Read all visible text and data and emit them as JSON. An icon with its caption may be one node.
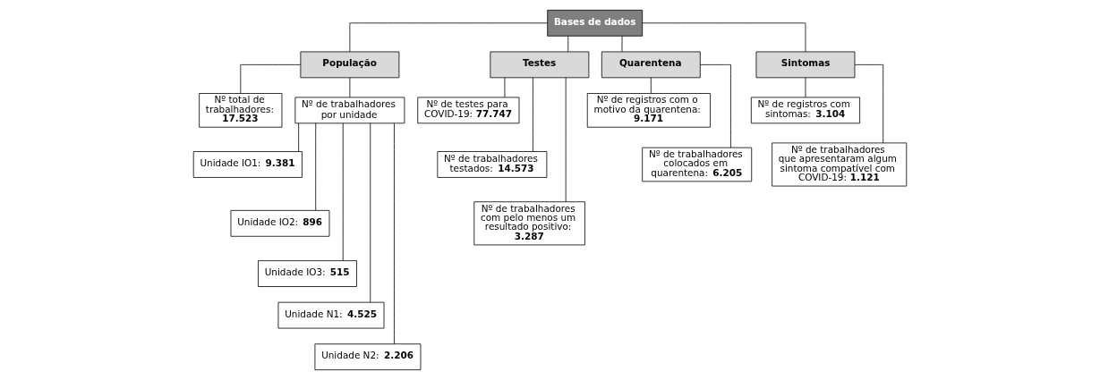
{
  "diagram": {
    "nodes": [
      {
        "text": [
          "Bases de dados"
        ]
      },
      {
        "text": [
          "População"
        ]
      },
      {
        "text": [
          "Testes"
        ]
      },
      {
        "text": [
          "Quarentena"
        ]
      },
      {
        "text": [
          "Sintomas"
        ]
      },
      {
        "text": [
          "Nº total de trabalhadores: **17.523**"
        ]
      },
      {
        "text": [
          "Nº de trabalhadores por unidade"
        ]
      },
      {
        "text": [
          "Unidade IO1: **9.381**"
        ]
      },
      {
        "text": [
          "Unidade IO2: **896**"
        ]
      },
      {
        "text": [
          "Unidade IO3: **515**"
        ]
      },
      {
        "text": [
          "Unidade N1: **4.525**"
        ]
      },
      {
        "text": [
          "Unidade N2: **2.206**"
        ]
      },
      {
        "text": [
          "Nº de testes para COVID-19: **77.747**"
        ]
      },
      {
        "text": [
          "Nº de trabalhadores testados: **14.573**"
        ]
      },
      {
        "text": [
          "Nº de trabalhadores com pelo menos um resultado positivo: **3.287**"
        ]
      },
      {
        "text": [
          "Nº de registros com o motivo da quarentena: **9.171**"
        ]
      },
      {
        "text": [
          "Nº de trabalhadores colocados em quarentena: **6.205**"
        ]
      },
      {
        "text": [
          "Nº de registros com sintomas: **3.104**"
        ]
      },
      {
        "text": [
          "Nº de trabalhadores que apresentaram algum sintoma compatível com COVID-19: **1.121**"
        ]
      }
    ],
    "edges": [
      {
        "from": 0,
        "to": 1,
        "arrow": "none"
      },
      {
        "from": 0,
        "to": 2,
        "arrow": "none"
      },
      {
        "from": 0,
        "to": 3,
        "arrow": "none"
      },
      {
        "from": 0,
        "to": 4,
        "arrow": "none"
      },
      {
        "from": 1,
        "to": 5,
        "arrow": "none"
      },
      {
        "from": 1,
        "to": 6,
        "arrow": "none"
      },
      {
        "from": 6,
        "to": 7,
        "arrow": "none"
      },
      {
        "from": 6,
        "to": 8,
        "arrow": "none"
      },
      {
        "from": 6,
        "to": 9,
        "arrow": "none"
      },
      {
        "from": 6,
        "to": 10,
        "arrow": "none"
      },
      {
        "from": 6,
        "to": 11,
        "arrow": "none"
      },
      {
        "from": 2,
        "to": 12,
        "arrow": "none"
      },
      {
        "from": 2,
        "to": 13,
        "arrow": "none"
      },
      {
        "from": 2,
        "to": 14,
        "arrow": "none"
      },
      {
        "from": 3,
        "to": 15,
        "arrow": "none"
      },
      {
        "from": 3,
        "to": 16,
        "arrow": "none"
      },
      {
        "from": 4,
        "to": 17,
        "arrow": "none"
      },
      {
        "from": 4,
        "to": 18,
        "arrow": "none"
      }
    ]
  }
}
